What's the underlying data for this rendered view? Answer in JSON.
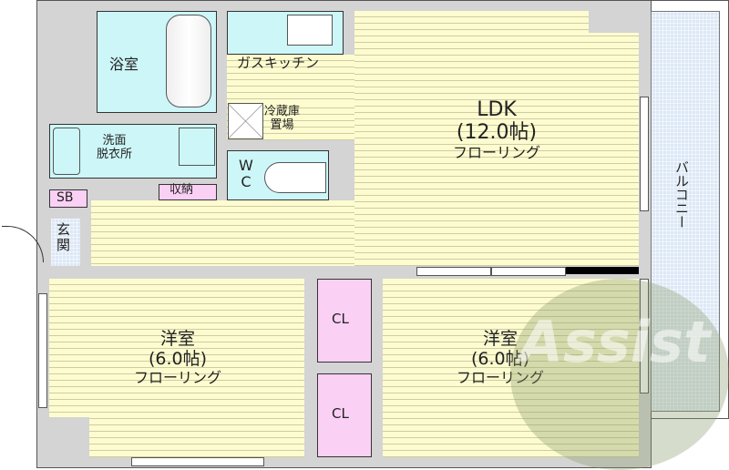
{
  "floorplan": {
    "rooms": {
      "bath": {
        "label": "浴室"
      },
      "kitchen": {
        "label": "ガスキッチン"
      },
      "fridge": {
        "label_line1": "冷蔵庫",
        "label_line2": "置場"
      },
      "washroom": {
        "label_line1": "洗面",
        "label_line2": "脱衣所"
      },
      "wc": {
        "label_line1": "W",
        "label_line2": "C"
      },
      "storage": {
        "label": "収納"
      },
      "shoebox": {
        "label": "SB"
      },
      "entrance": {
        "label_line1": "玄",
        "label_line2": "関"
      },
      "ldk": {
        "name": "LDK",
        "size": "(12.0帖)",
        "floor": "フローリング"
      },
      "western_left": {
        "name": "洋室",
        "size": "(6.0帖)",
        "floor": "フローリング"
      },
      "western_right": {
        "name": "洋室",
        "size": "(6.0帖)",
        "floor": "フローリング"
      },
      "closet_top": {
        "label": "CL"
      },
      "closet_bottom": {
        "label": "CL"
      },
      "balcony": {
        "label": "バルコニー"
      }
    },
    "watermark": "Assist",
    "colors": {
      "wall": "#d4d4d4",
      "floor": "#fdfcd0",
      "wet_area": "#cdf6f8",
      "closet": "#fbd0f5",
      "balcony": "#dce8f6",
      "watermark": "#8a9a6a"
    }
  }
}
